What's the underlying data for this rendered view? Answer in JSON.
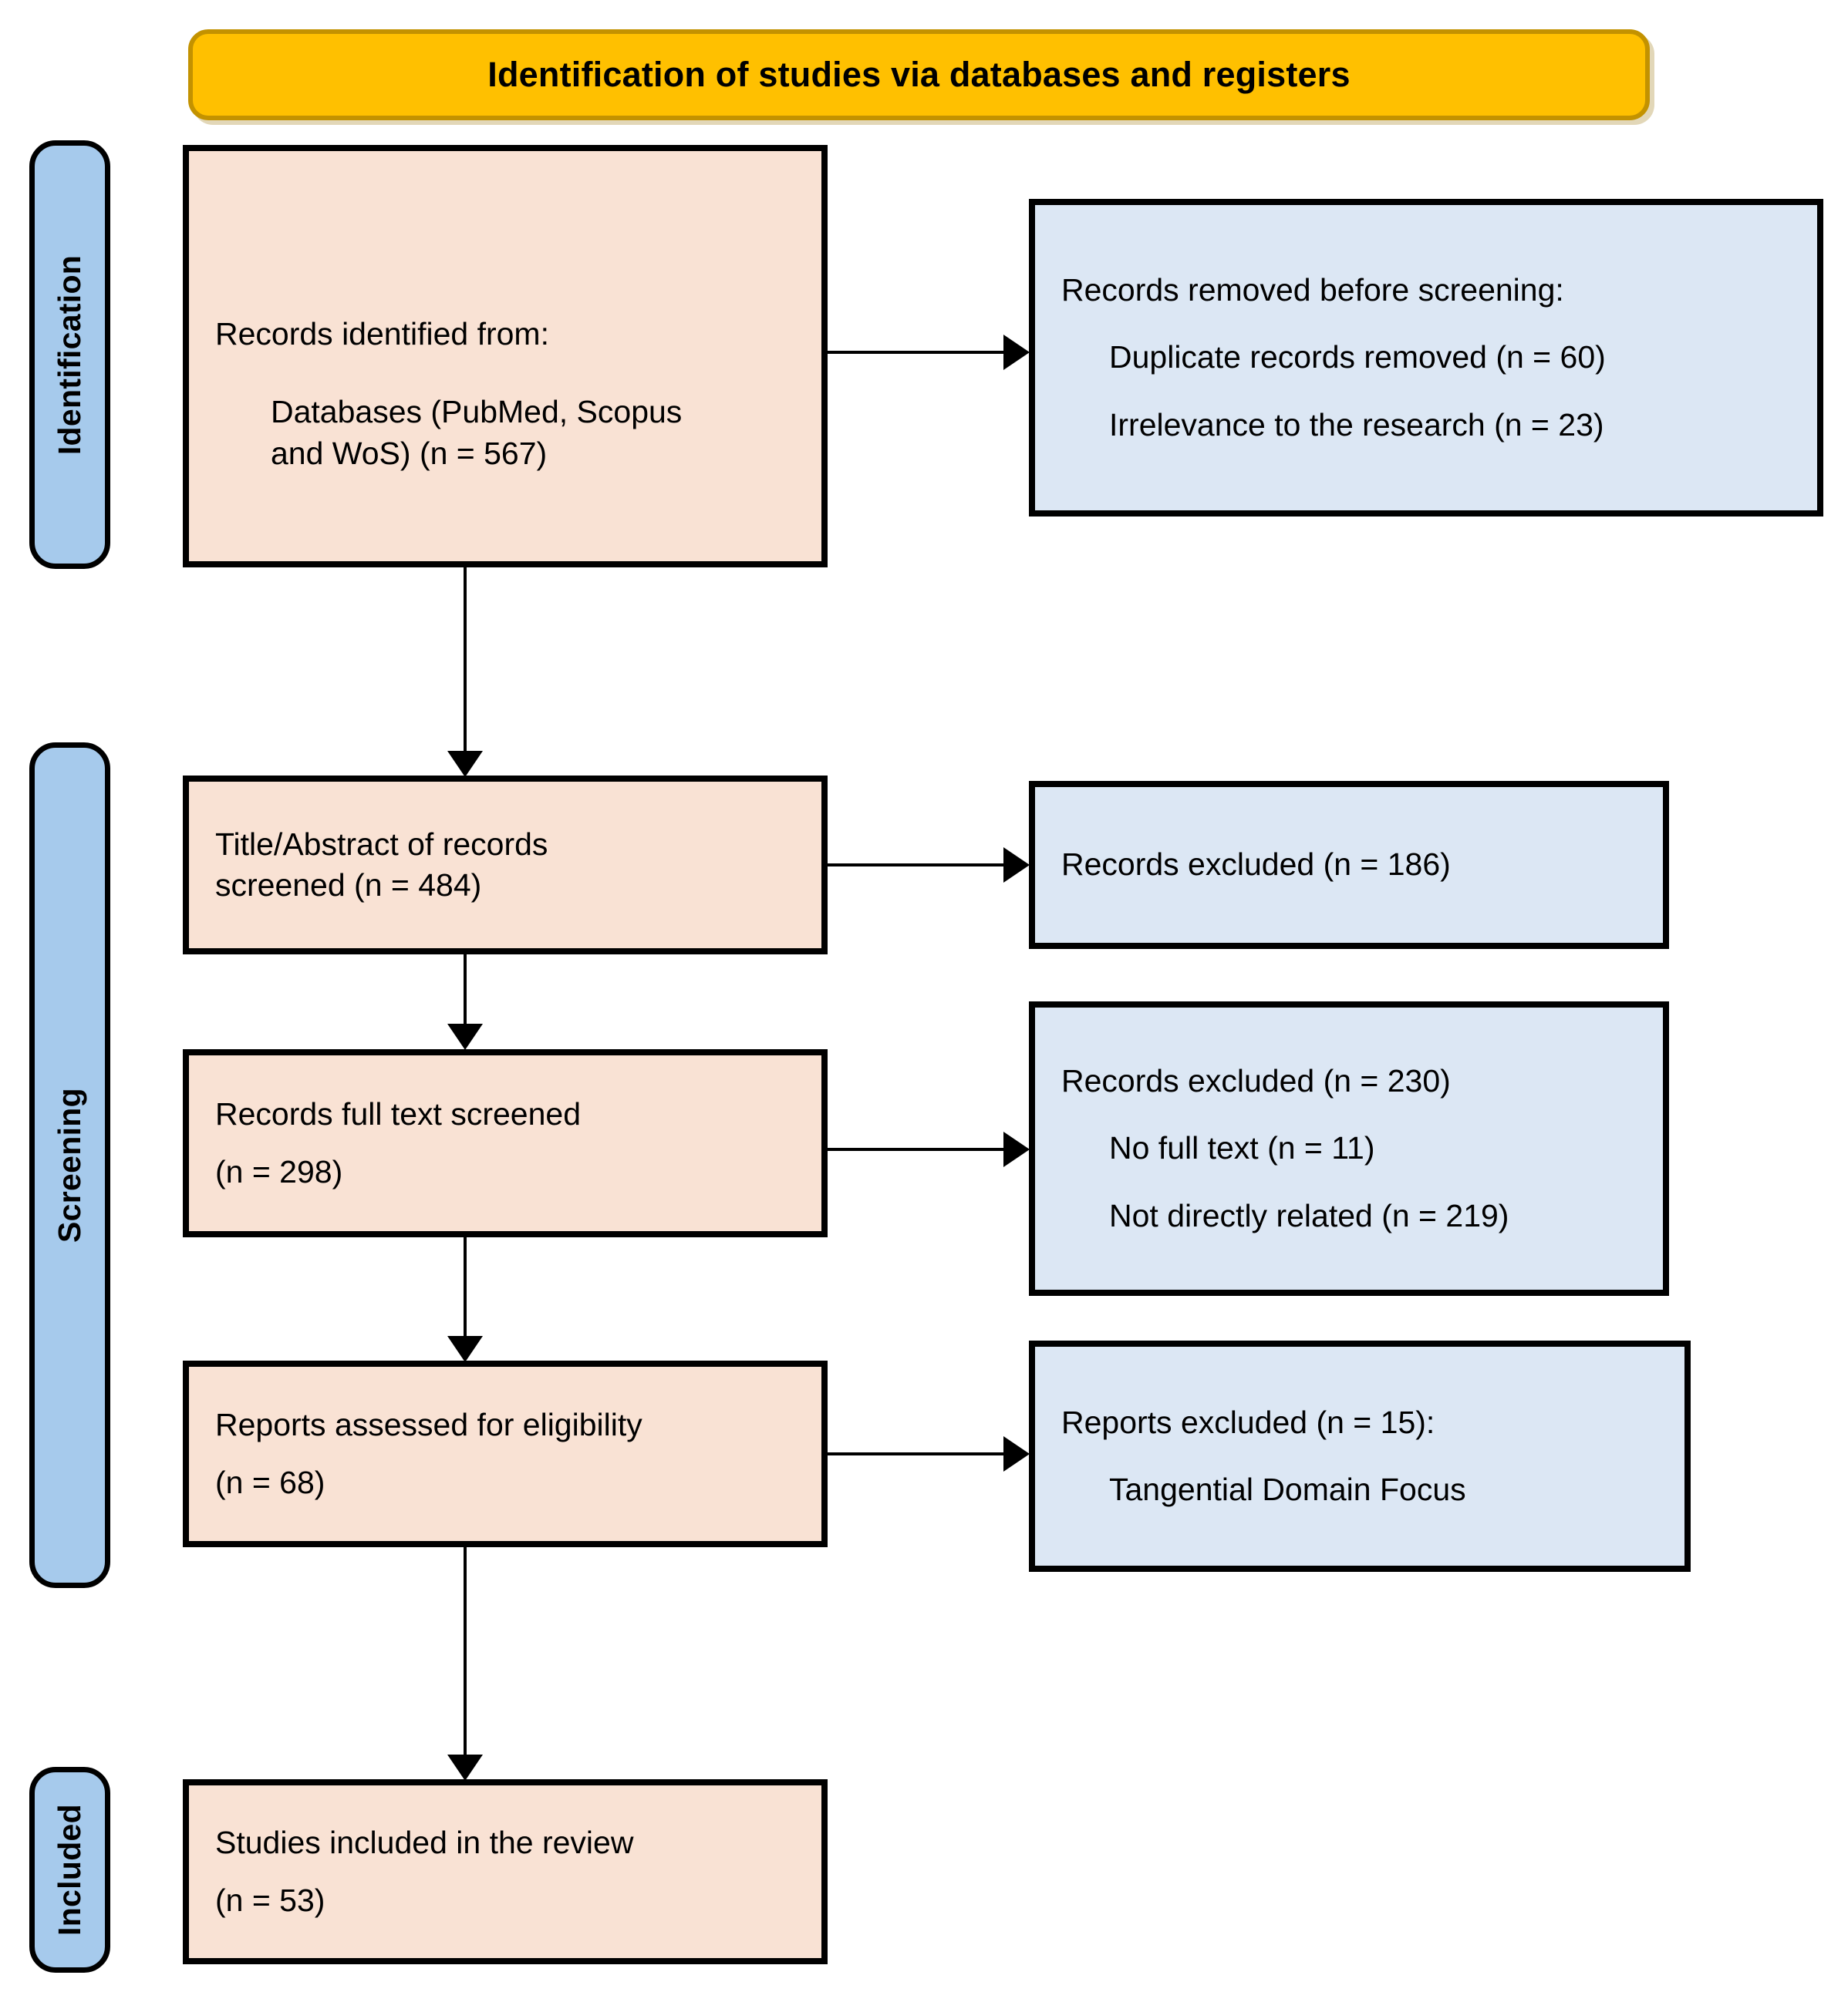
{
  "banner": {
    "title": "Identification of studies via databases and registers"
  },
  "stages": [
    {
      "id": "identification",
      "label": "Identification"
    },
    {
      "id": "screening",
      "label": "Screening"
    },
    {
      "id": "included",
      "label": "Included"
    }
  ],
  "boxes": {
    "identified": {
      "line1_italic": "Records",
      "line1_rest": " identified from:",
      "line2": "Databases (PubMed, Scopus",
      "line3": "and WoS) (n = 567)"
    },
    "removed_before_screening": {
      "line1_plain": "Records removed ",
      "line1_italic": "before screening",
      "line1_tail": ":",
      "line2": "Duplicate records removed (n = 60)",
      "line3": "Irrelevance to the research (n = 23)"
    },
    "title_abstract_screened": {
      "line1": "Title/Abstract of records",
      "line2": "screened (n = 484)"
    },
    "records_excluded_186": {
      "line1": "Records excluded (n = 186)"
    },
    "full_text_screened": {
      "line1": "Records full text screened",
      "line2": "(n = 298)"
    },
    "records_excluded_230": {
      "line1": "Records excluded (n = 230)",
      "line2": "No full text (n = 11)",
      "line3": "Not directly related (n = 219)"
    },
    "assessed_eligibility": {
      "line1": "Reports assessed for eligibility",
      "line2": "(n = 68)"
    },
    "reports_excluded_15": {
      "line1": "Reports excluded (n = 15):",
      "line2": "Tangential Domain Focus"
    },
    "studies_included": {
      "line1": "Studies included in the review",
      "line2": "(n = 53)"
    }
  },
  "colors": {
    "banner_fill": "#FFC000",
    "banner_border": "#C39200",
    "stage_fill": "#A6CAEC",
    "primary_box_fill": "#F9E2D4",
    "secondary_box_fill": "#DCE7F4",
    "border": "#000000"
  }
}
